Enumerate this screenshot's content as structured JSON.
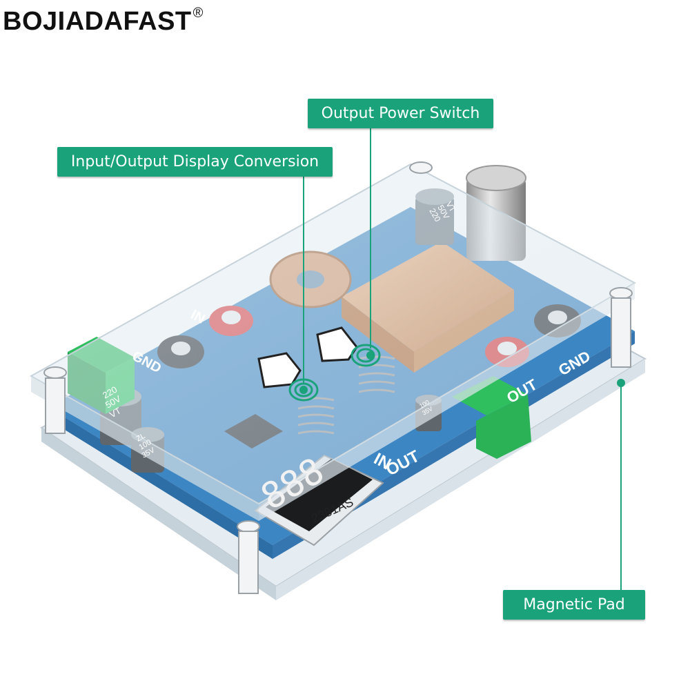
{
  "brand": {
    "name": "BOJIADAFAST",
    "mark": "®"
  },
  "callouts": {
    "input_output_display": "Input/Output Display Conversion",
    "output_power_switch": "Output Power Switch",
    "magnetic_pad": "Magnetic Pad"
  },
  "board": {
    "silk_in": "IN",
    "silk_out": "OUT",
    "silk_gnd": "GND",
    "silk_gnd_left": "GND",
    "silk_in_left": "IN",
    "display_model": "2381AS",
    "cap_left_value": "220",
    "cap_left_rating": "50V",
    "cap_left_type": "VT",
    "cap_small_value": "100",
    "cap_small_rating": "35V",
    "cap_small_type": "ZL",
    "cap_top_value": "220",
    "cap_top_rating": "50V",
    "cap_top_type": "VT",
    "cap_right_value": "100",
    "cap_right_rating": "35V",
    "display_digits": "888"
  },
  "colors": {
    "callout_green": "#1aa37a",
    "pcb_blue": "#3d86c4",
    "terminal_green": "#2fbf5e"
  }
}
